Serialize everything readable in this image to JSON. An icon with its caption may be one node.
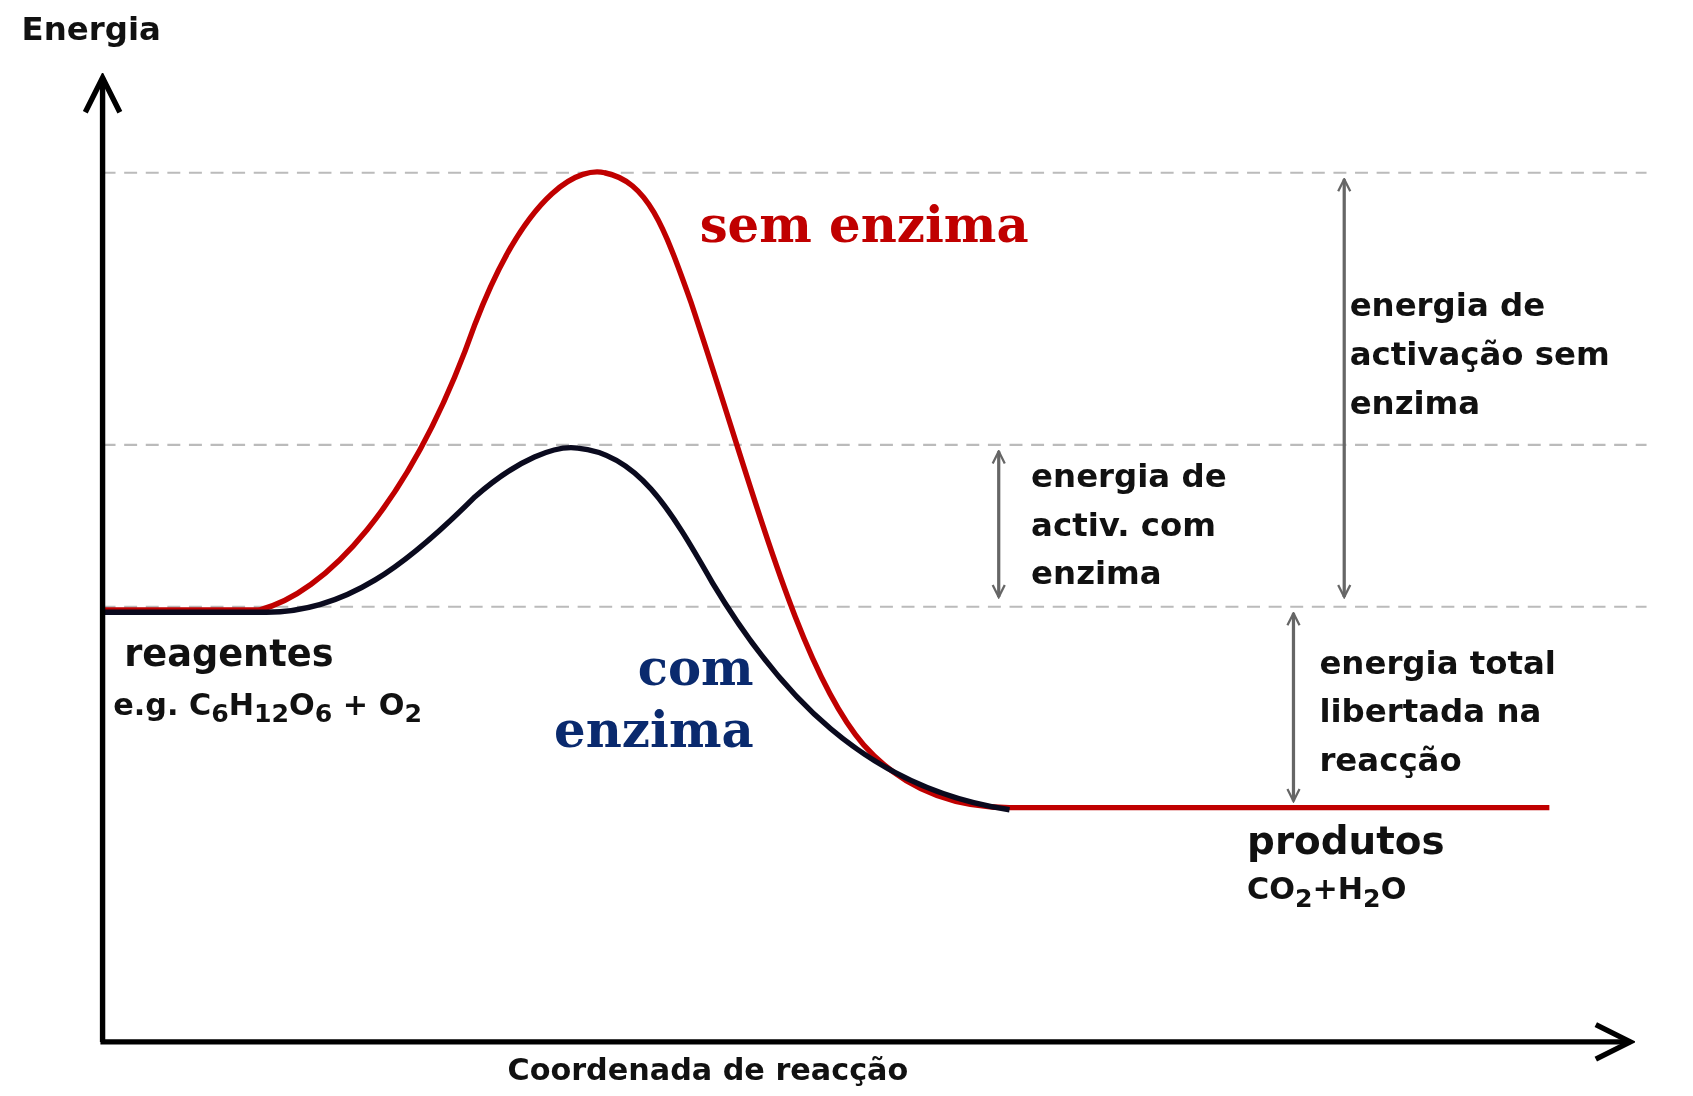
{
  "diagram": {
    "labels": [
      "Energia",
      "sem enzima",
      "energia de activação sem enzima",
      "energia de activ. com enzima",
      "reagentes",
      "e.g. C$_{6}$H$_{12}$O$_{6}$ + O$_{2}$",
      "com enzima",
      "energia total libertada na reacção",
      "produtos",
      "CO$_{2}$+H$_{2}$O",
      "Coordenada de reacção"
    ]
  }
}
